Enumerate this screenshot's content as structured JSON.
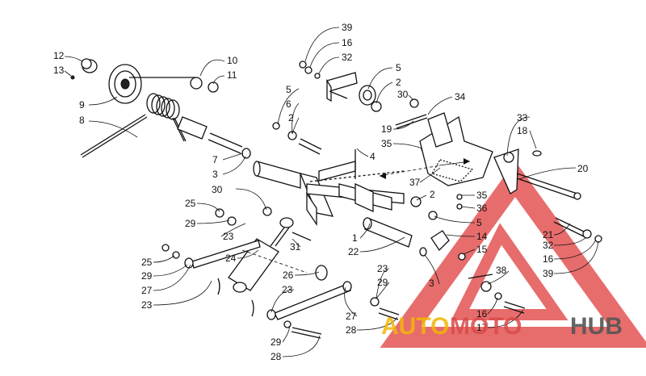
{
  "labels": [
    {
      "id": "l1",
      "text": "12"
    },
    {
      "id": "l2",
      "text": "13"
    },
    {
      "id": "l3",
      "text": "9"
    },
    {
      "id": "l4",
      "text": "8"
    },
    {
      "id": "l5",
      "text": "10"
    },
    {
      "id": "l6",
      "text": "11"
    },
    {
      "id": "l7",
      "text": "39"
    },
    {
      "id": "l8",
      "text": "16"
    },
    {
      "id": "l9",
      "text": "32"
    },
    {
      "id": "l10",
      "text": "5"
    },
    {
      "id": "l11",
      "text": "2"
    },
    {
      "id": "l12",
      "text": "30"
    },
    {
      "id": "l13",
      "text": "34"
    },
    {
      "id": "l14",
      "text": "5"
    },
    {
      "id": "l15",
      "text": "6"
    },
    {
      "id": "l16",
      "text": "2"
    },
    {
      "id": "l17",
      "text": "19"
    },
    {
      "id": "l18",
      "text": "35"
    },
    {
      "id": "l19",
      "text": "33"
    },
    {
      "id": "l20",
      "text": "18"
    },
    {
      "id": "l21",
      "text": "7"
    },
    {
      "id": "l22",
      "text": "3"
    },
    {
      "id": "l23",
      "text": "4"
    },
    {
      "id": "l24",
      "text": "37"
    },
    {
      "id": "l25",
      "text": "20"
    },
    {
      "id": "l26",
      "text": "30"
    },
    {
      "id": "l27",
      "text": "2"
    },
    {
      "id": "l28",
      "text": "35"
    },
    {
      "id": "l29",
      "text": "36"
    },
    {
      "id": "l30",
      "text": "25"
    },
    {
      "id": "l31",
      "text": "29"
    },
    {
      "id": "l32",
      "text": "23"
    },
    {
      "id": "l33",
      "text": "5"
    },
    {
      "id": "l34",
      "text": "1"
    },
    {
      "id": "l35",
      "text": "14"
    },
    {
      "id": "l36",
      "text": "21"
    },
    {
      "id": "l37",
      "text": "31"
    },
    {
      "id": "l38",
      "text": "22"
    },
    {
      "id": "l39",
      "text": "15"
    },
    {
      "id": "l40",
      "text": "32"
    },
    {
      "id": "l41",
      "text": "25"
    },
    {
      "id": "l42",
      "text": "24"
    },
    {
      "id": "l43",
      "text": "16"
    },
    {
      "id": "l44",
      "text": "29"
    },
    {
      "id": "l45",
      "text": "39"
    },
    {
      "id": "l46",
      "text": "27"
    },
    {
      "id": "l47",
      "text": "26"
    },
    {
      "id": "l48",
      "text": "23"
    },
    {
      "id": "l49",
      "text": "38"
    },
    {
      "id": "l50",
      "text": "23"
    },
    {
      "id": "l51",
      "text": "29"
    },
    {
      "id": "l52",
      "text": "3"
    },
    {
      "id": "l53",
      "text": "23"
    },
    {
      "id": "l54",
      "text": "27"
    },
    {
      "id": "l55",
      "text": "16"
    },
    {
      "id": "l56",
      "text": "28"
    },
    {
      "id": "l57",
      "text": "17"
    },
    {
      "id": "l58",
      "text": "29"
    },
    {
      "id": "l59",
      "text": "28"
    }
  ],
  "watermark": {
    "part1": "AUTO",
    "part2": "MOTO",
    "part3": "HUB",
    "color_auto": "#f2b705",
    "color_moto": "#d94a4a",
    "color_hub": "#555555"
  },
  "colors": {
    "line": "#111111",
    "watermark_red": "#e03c3c"
  }
}
